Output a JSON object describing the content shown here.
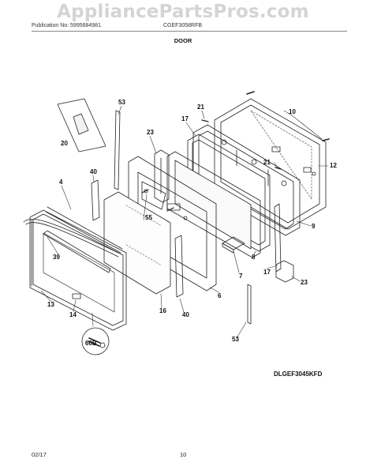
{
  "watermark": "AppliancePartsPros.com",
  "header": {
    "publication": "Publication No: 5995684981",
    "model": "CGEF3058RFB"
  },
  "section_title": "DOOR",
  "diagram_code": "DLGEF3045KFD",
  "footer": {
    "date": "02/17",
    "page": "10"
  },
  "parts": {
    "p53a": "53",
    "p21a": "21",
    "p10": "10",
    "p17a": "17",
    "p23a": "23",
    "p20": "20",
    "p21b": "21",
    "p12": "12",
    "p40a": "40",
    "p4": "4",
    "p55": "55",
    "p9": "9",
    "p39": "39",
    "p8": "8",
    "p17b": "17",
    "p7": "7",
    "p23b": "23",
    "p6": "6",
    "p13": "13",
    "p16": "16",
    "p40b": "40",
    "p14": "14",
    "p53b": "53",
    "p60b": "60B"
  }
}
